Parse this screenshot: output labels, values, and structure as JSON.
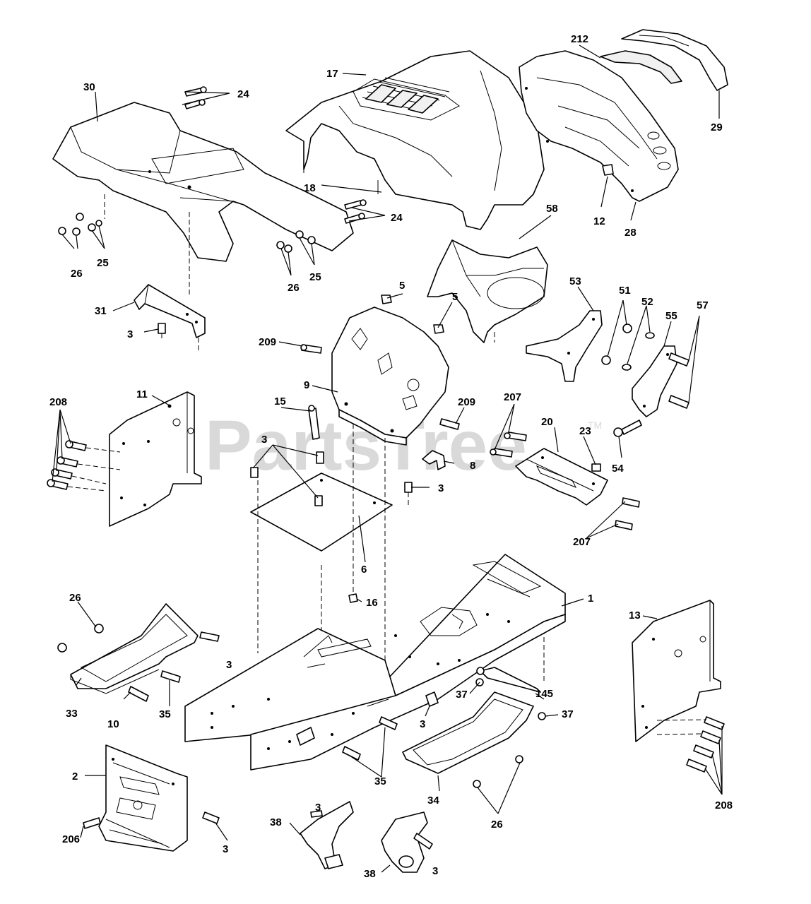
{
  "watermark": {
    "text": "PartsTree",
    "trademark": "TM"
  },
  "callouts": {
    "c1": "1",
    "c2": "2",
    "c3a": "3",
    "c3b": "3",
    "c3c": "3",
    "c3d": "3",
    "c3e": "3",
    "c3f": "3",
    "c3g": "3",
    "c3h": "3",
    "c5a": "5",
    "c5b": "5",
    "c6": "6",
    "c8": "8",
    "c9": "9",
    "c10": "10",
    "c11": "11",
    "c12": "12",
    "c13": "13",
    "c15": "15",
    "c16": "16",
    "c17": "17",
    "c18": "18",
    "c20": "20",
    "c23": "23",
    "c24a": "24",
    "c24b": "24",
    "c25a": "25",
    "c25b": "25",
    "c26a": "26",
    "c26b": "26",
    "c26c": "26",
    "c26d": "26",
    "c28": "28",
    "c29": "29",
    "c30": "30",
    "c31": "31",
    "c33": "33",
    "c34": "34",
    "c35a": "35",
    "c35b": "35",
    "c37a": "37",
    "c37b": "37",
    "c38a": "38",
    "c38b": "38",
    "c51": "51",
    "c52": "52",
    "c53": "53",
    "c54": "54",
    "c55": "55",
    "c57": "57",
    "c58": "58",
    "c145": "145",
    "c206": "206",
    "c207a": "207",
    "c207b": "207",
    "c208a": "208",
    "c208b": "208",
    "c209a": "209",
    "c209b": "209",
    "c212": "212"
  }
}
